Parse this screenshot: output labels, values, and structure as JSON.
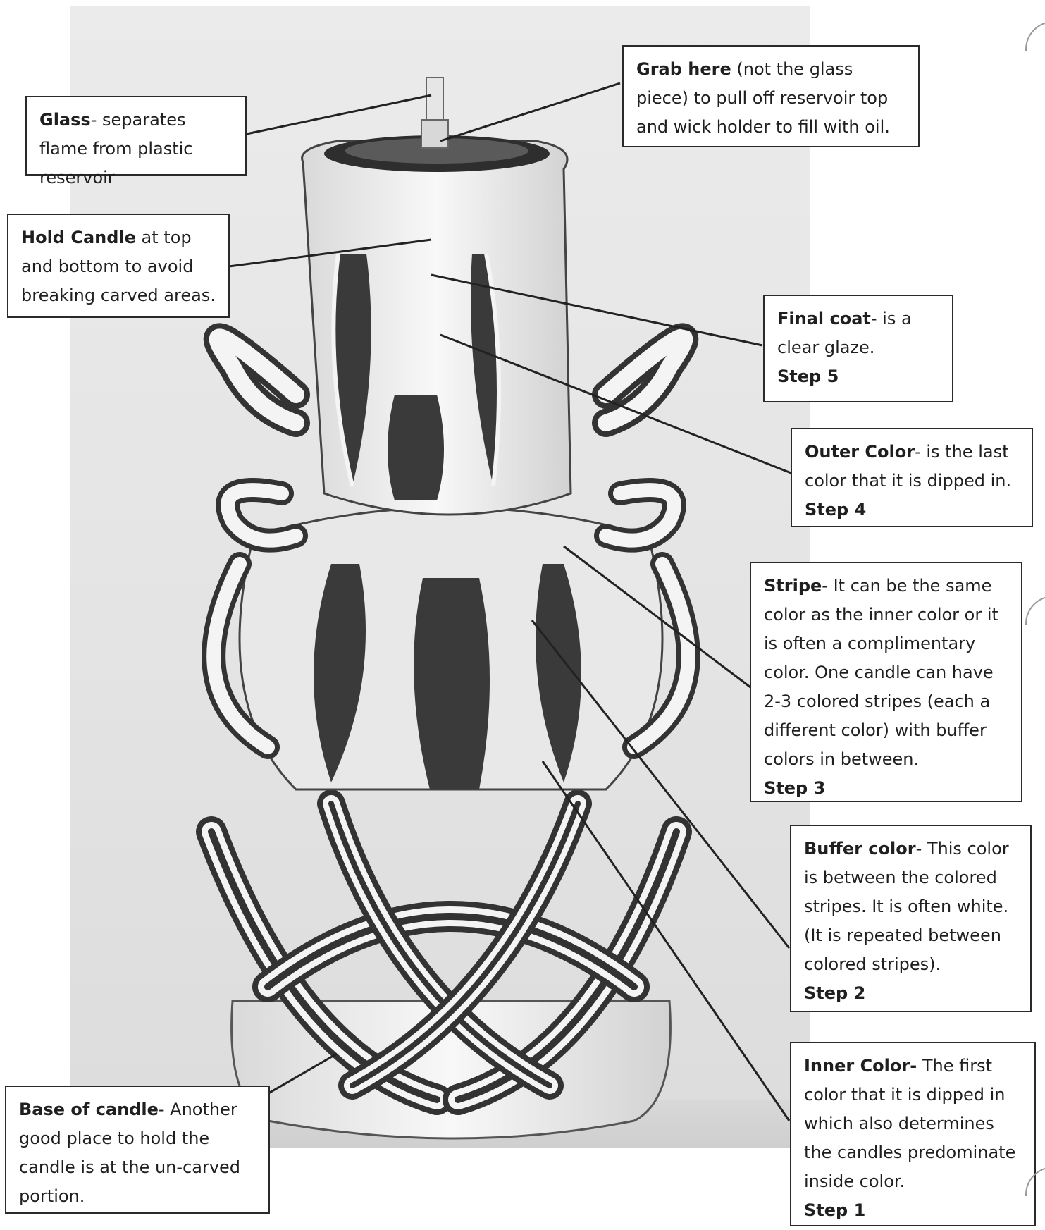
{
  "callouts": {
    "glass": {
      "title": "Glass",
      "text": "- separates flame from plastic reservoir"
    },
    "grab": {
      "title": "Grab here",
      "text": " (not the glass piece) to pull off reservoir top and wick holder to fill with oil."
    },
    "hold": {
      "title": "Hold Candle",
      "text": " at top and bottom to avoid breaking carved areas."
    },
    "final": {
      "title": "Final coat",
      "text": "- is a clear glaze.",
      "step": "Step 5"
    },
    "outer": {
      "title": "Outer Color",
      "text": "- is the last color that it is dipped in.",
      "step": "Step 4"
    },
    "stripe": {
      "title": "Stripe",
      "text": "- It can be the same color as the inner color or it is often a complimentary color. One candle can have 2-3 colored stripes (each a different color) with buffer colors in between.",
      "step": "Step 3"
    },
    "buffer": {
      "title": "Buffer color",
      "text": "- This color is between the colored stripes. It is often white. (It is repeated between colored stripes).",
      "step": "Step 2"
    },
    "inner": {
      "title": "Inner Color-",
      "text": " The first color that it is dipped in which also determines the candles predominate inside color.",
      "step": "Step 1"
    },
    "base": {
      "title": "Base of candle",
      "text": "- Another good place to hold the candle is at the un-carved portion."
    }
  },
  "image": {
    "subject": "carved-candle",
    "colors": {
      "ink": "#1f1f1f",
      "dark_band": "#3a3a3a",
      "light_wax": "#f2f2f2"
    }
  }
}
